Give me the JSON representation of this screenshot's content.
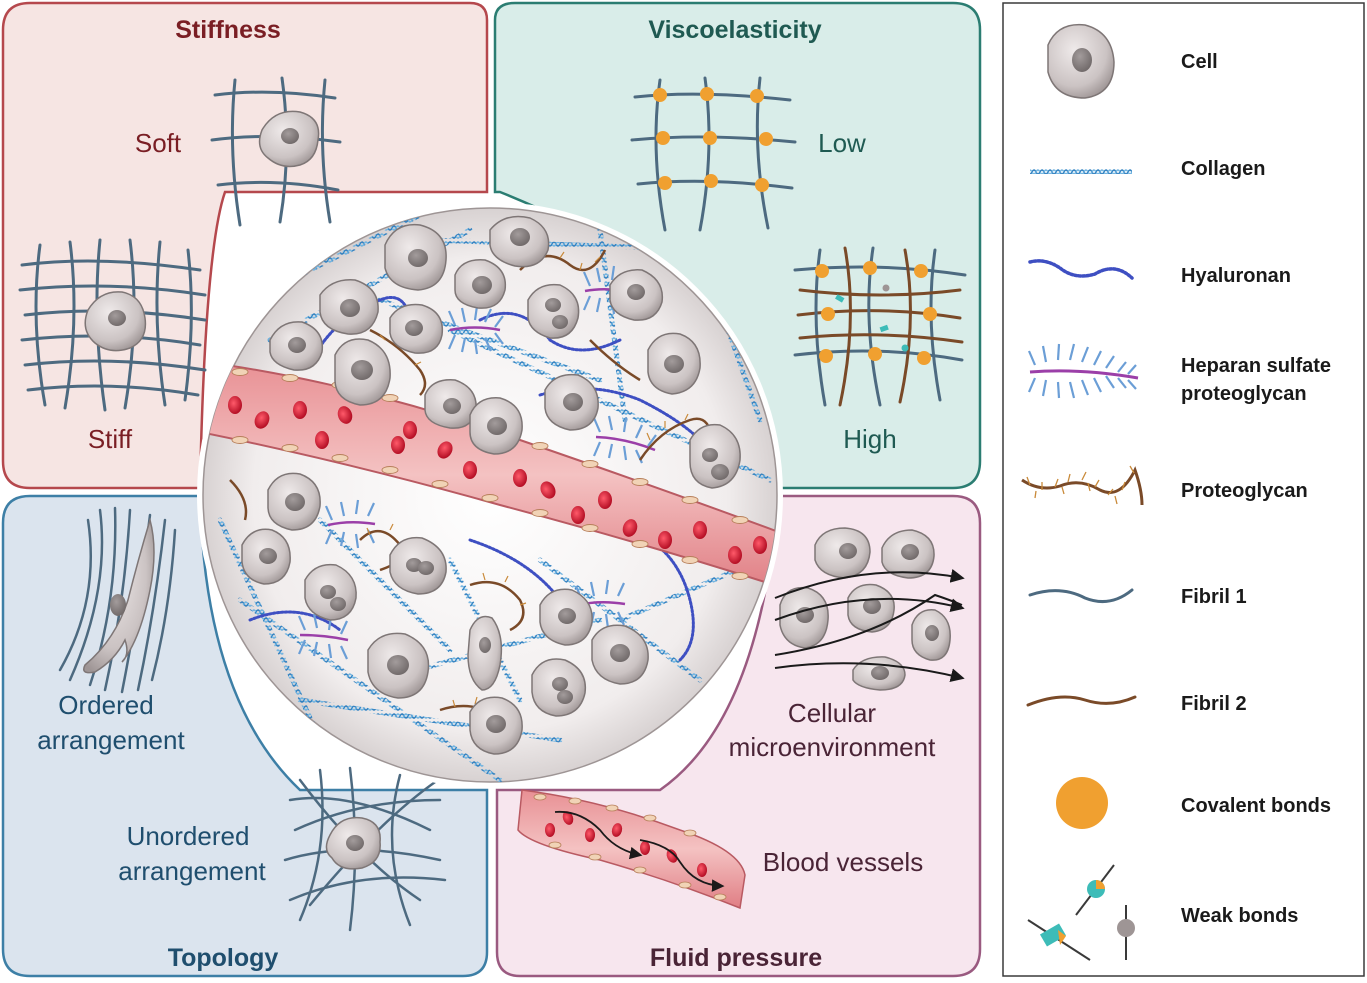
{
  "quadrants": {
    "stiffness": {
      "title": "Stiffness",
      "soft_label": "Soft",
      "stiff_label": "Stiff"
    },
    "viscoelasticity": {
      "title": "Viscoelasticity",
      "low_label": "Low",
      "high_label": "High"
    },
    "topology": {
      "title": "Topology",
      "ordered_label_1": "Ordered",
      "ordered_label_2": "arrangement",
      "unordered_label_1": "Unordered",
      "unordered_label_2": "arrangement"
    },
    "fluid_pressure": {
      "title": "Fluid pressure",
      "cellular_label_1": "Cellular",
      "cellular_label_2": "microenvironment",
      "blood_label": "Blood vessels"
    }
  },
  "legend": {
    "items": [
      {
        "label": "Cell",
        "icon": "cell-icon"
      },
      {
        "label": "Collagen",
        "icon": "collagen-icon"
      },
      {
        "label": "Hyaluronan",
        "icon": "hyaluronan-icon"
      },
      {
        "label": "Heparan sulfate",
        "label_2": "proteoglycan",
        "icon": "heparan-sulfate-icon"
      },
      {
        "label": "Proteoglycan",
        "icon": "proteoglycan-icon"
      },
      {
        "label": "Fibril 1",
        "icon": "fibril-1-icon"
      },
      {
        "label": "Fibril 2",
        "icon": "fibril-2-icon"
      },
      {
        "label": "Covalent bonds",
        "icon": "covalent-bond-icon"
      },
      {
        "label": "Weak bonds",
        "icon": "weak-bond-icon"
      }
    ]
  },
  "colors": {
    "stiffness_border": "#b5484d",
    "stiffness_fill": "#f6e5e3",
    "stiffness_text": "#7a1e24",
    "visco_border": "#2b7d72",
    "visco_fill": "#d9ede9",
    "visco_text": "#1f5a52",
    "topology_border": "#3d7fa6",
    "topology_fill": "#dbe4ee",
    "topology_text": "#1f4e6e",
    "fluid_border": "#9a5a80",
    "fluid_fill": "#f7e6ee",
    "fluid_text": "#4a2436",
    "fibril_1": "#4d6a80",
    "fibril_2": "#7a4a28",
    "collagen": "#2f7fbf",
    "covalent": "#f0a030",
    "cell": "#c4bcbc",
    "vessel": "#d9606a",
    "rbc": "#c81e32"
  }
}
